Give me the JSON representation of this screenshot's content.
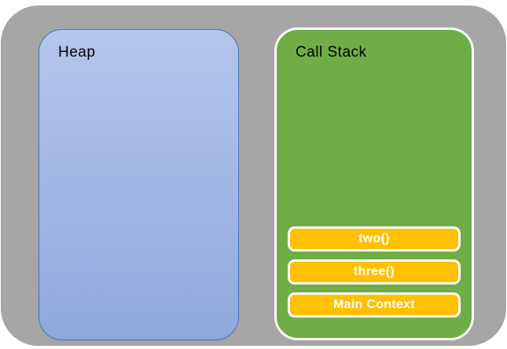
{
  "diagram": {
    "title_context": "JavaScript runtime memory diagram",
    "heap": {
      "label": "Heap"
    },
    "call_stack": {
      "label": "Call Stack",
      "frames": [
        {
          "label": "two()"
        },
        {
          "label": "three()"
        },
        {
          "label": "Main Context"
        }
      ]
    }
  },
  "colors": {
    "outer_gray": "#A6A6A6",
    "heap_fill_top": "#B3C6EC",
    "heap_fill_bottom": "#8FA9DC",
    "heap_border": "#4472C4",
    "stack_green": "#70AD47",
    "frame_gold": "#FFC000",
    "frame_border": "#FFFFFF",
    "frame_text": "#FFFFFF",
    "label_text": "#000000",
    "page_background": "#FFFFFF"
  }
}
